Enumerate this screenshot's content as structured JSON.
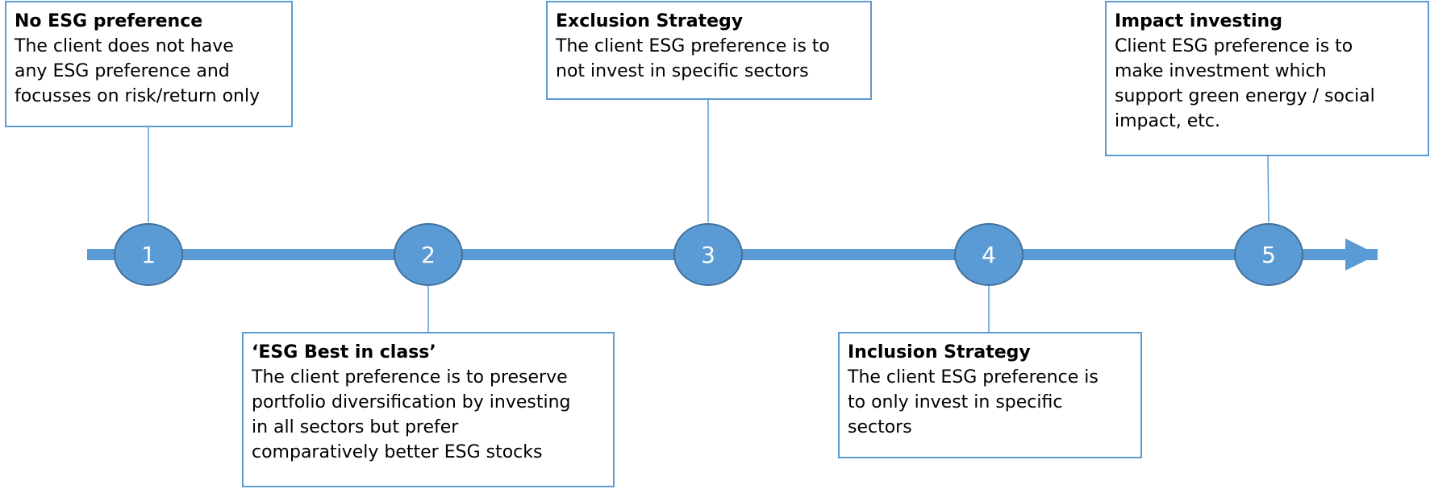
{
  "colors": {
    "timeline": "#5B9BD5",
    "node_fill": "#5B9BD5",
    "node_stroke": "#41719C",
    "box_border": "#5B9BD5",
    "text": "#000000"
  },
  "stages": [
    {
      "number": "1",
      "title": "No ESG preference",
      "body": "The client does not have\nany ESG preference and\nfocusses on risk/return only"
    },
    {
      "number": "2",
      "title": "‘ESG Best in class’",
      "body": "The client preference is to preserve\nportfolio diversification by investing\nin all sectors but prefer\ncomparatively better ESG stocks"
    },
    {
      "number": "3",
      "title": "Exclusion Strategy",
      "body": "The client ESG preference is to\nnot invest in specific sectors"
    },
    {
      "number": "4",
      "title": "Inclusion Strategy",
      "body": "The client ESG preference is\nto only invest in specific\nsectors"
    },
    {
      "number": "5",
      "title": "Impact investing",
      "body": "Client ESG preference is to\nmake investment which\nsupport  green energy / social\nimpact, etc."
    }
  ]
}
